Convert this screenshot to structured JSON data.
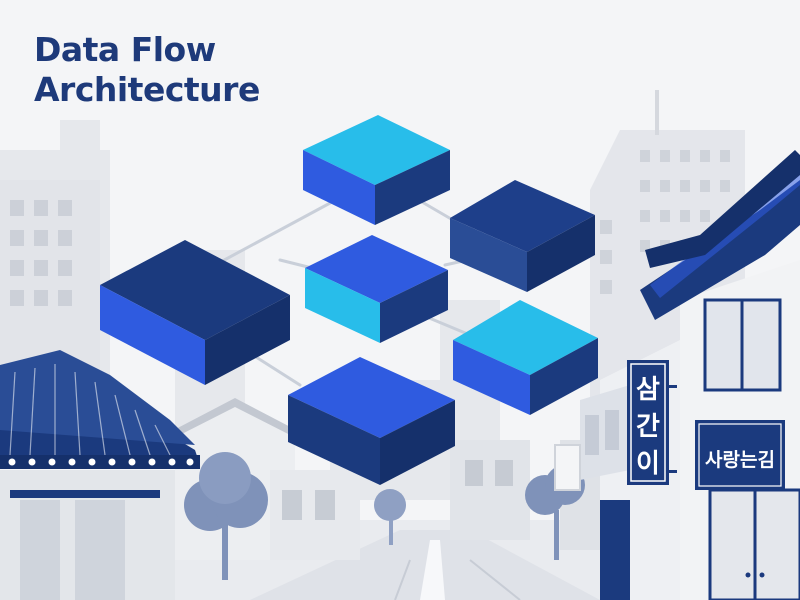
{
  "title": {
    "line1": "Data Flow",
    "line2": "Architecture"
  },
  "signs": {
    "vertical_chars": [
      "삼",
      "간",
      "이"
    ],
    "horizontal": "사랑는김"
  },
  "colors": {
    "title": "#1e3a7a",
    "navy": "#1b3a7e",
    "blue": "#2f5be0",
    "cyan": "#28bdea",
    "background": "#f4f5f7",
    "building_gray": "#dadde3",
    "tree": "#7f92b9"
  }
}
